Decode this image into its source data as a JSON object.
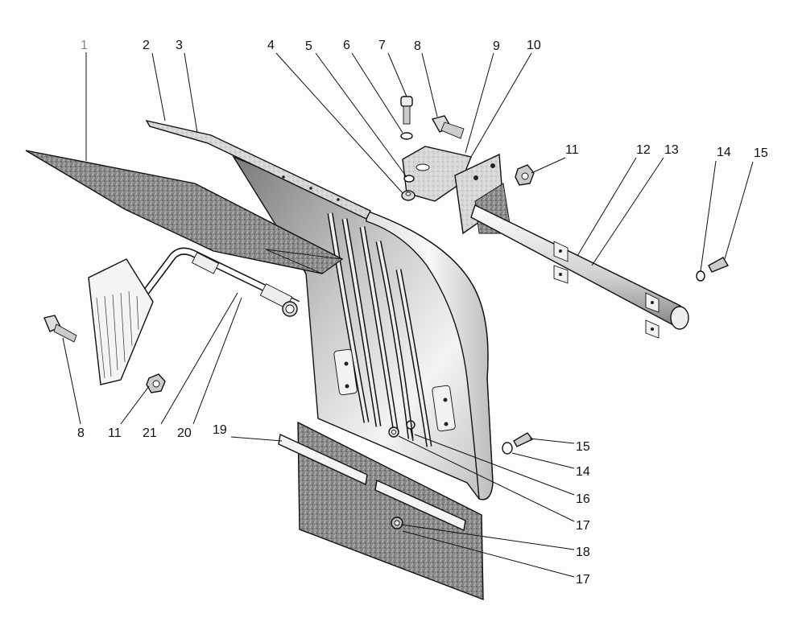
{
  "diagram": {
    "type": "exploded-parts-view",
    "subject": "mudguard assembly",
    "callouts": [
      {
        "id": "1",
        "label": "1",
        "muted": true
      },
      {
        "id": "2",
        "label": "2"
      },
      {
        "id": "3",
        "label": "3"
      },
      {
        "id": "4",
        "label": "4"
      },
      {
        "id": "5",
        "label": "5"
      },
      {
        "id": "6",
        "label": "6"
      },
      {
        "id": "7",
        "label": "7"
      },
      {
        "id": "8a",
        "label": "8"
      },
      {
        "id": "9",
        "label": "9"
      },
      {
        "id": "10",
        "label": "10"
      },
      {
        "id": "11a",
        "label": "11"
      },
      {
        "id": "12",
        "label": "12"
      },
      {
        "id": "13",
        "label": "13"
      },
      {
        "id": "14a",
        "label": "14"
      },
      {
        "id": "15a",
        "label": "15"
      },
      {
        "id": "8b",
        "label": "8"
      },
      {
        "id": "11b",
        "label": "11"
      },
      {
        "id": "21",
        "label": "21"
      },
      {
        "id": "20",
        "label": "20"
      },
      {
        "id": "19",
        "label": "19"
      },
      {
        "id": "15b",
        "label": "15"
      },
      {
        "id": "14b",
        "label": "14"
      },
      {
        "id": "16",
        "label": "16"
      },
      {
        "id": "17a",
        "label": "17"
      },
      {
        "id": "18",
        "label": "18"
      },
      {
        "id": "17b",
        "label": "17"
      }
    ],
    "parts": [
      {
        "name": "rubber-flap-upper",
        "callout": "1"
      },
      {
        "name": "top-strip",
        "callout": "2"
      },
      {
        "name": "mudguard-panel",
        "callout": "3"
      },
      {
        "name": "nut",
        "callout": "4"
      },
      {
        "name": "spring-washer",
        "callout": "5"
      },
      {
        "name": "flat-washer",
        "callout": "6"
      },
      {
        "name": "bolt",
        "callout": "7"
      },
      {
        "name": "flange-bolt",
        "callout": "8"
      },
      {
        "name": "bracket",
        "callout": "9"
      },
      {
        "name": "bracket-plate",
        "callout": "10"
      },
      {
        "name": "lock-nut",
        "callout": "11"
      },
      {
        "name": "support-tube",
        "callout": "12"
      },
      {
        "name": "mounting-clip",
        "callout": "13"
      },
      {
        "name": "washer",
        "callout": "14"
      },
      {
        "name": "screw",
        "callout": "15"
      },
      {
        "name": "screw-eye",
        "callout": "16"
      },
      {
        "name": "nut-small",
        "callout": "17"
      },
      {
        "name": "flap-nut",
        "callout": "18"
      },
      {
        "name": "clamp-strip",
        "callout": "19"
      },
      {
        "name": "side-arm-sleeve",
        "callout": "20"
      },
      {
        "name": "side-arm",
        "callout": "21"
      }
    ]
  }
}
